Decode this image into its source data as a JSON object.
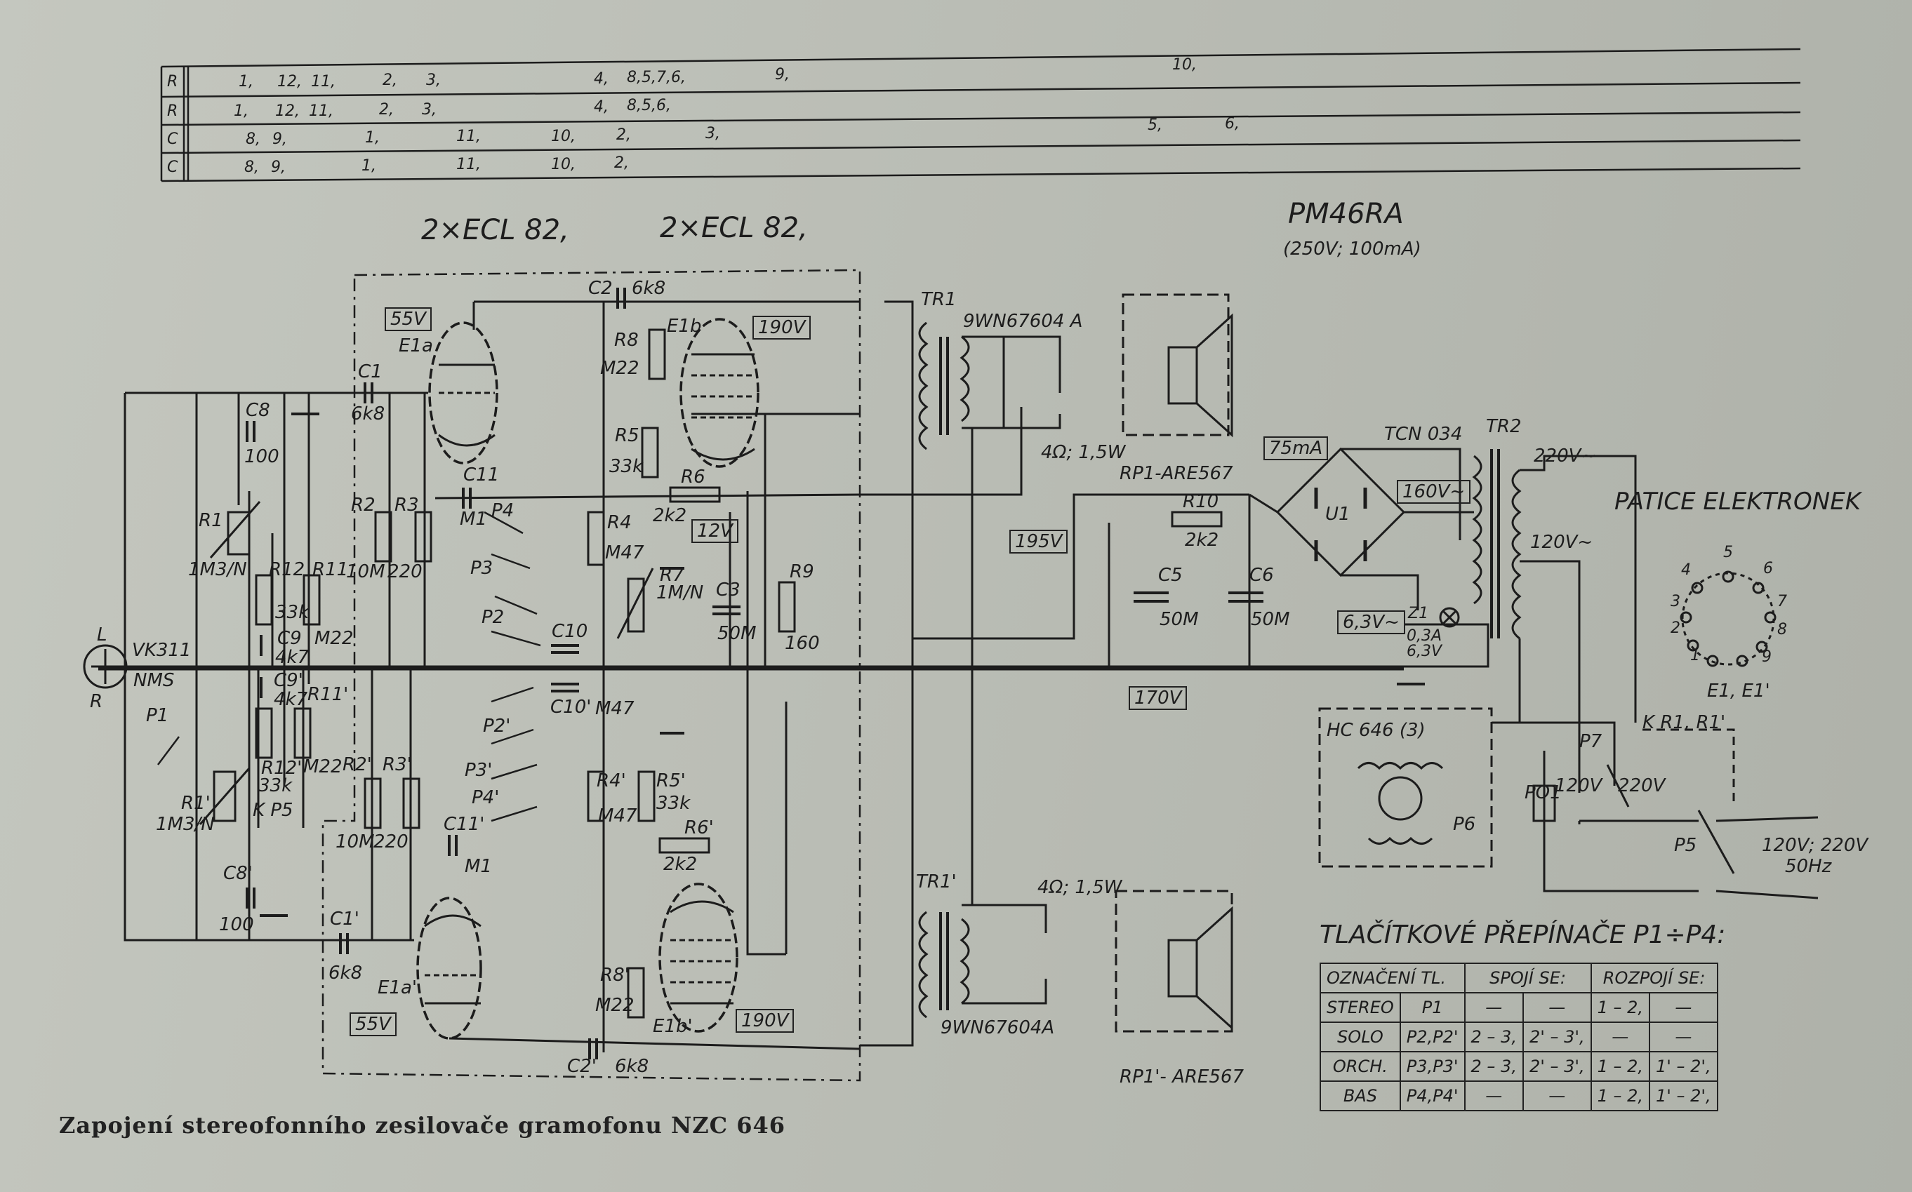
{
  "caption": "Zapojení stereofonního zesilovače gramofonu NZC 646",
  "tube_headers": {
    "left": "2×ECL 82,",
    "right": "2×ECL 82,"
  },
  "power": {
    "title": "PM46RA",
    "rating": "(250V; 100mA)"
  },
  "position_table": {
    "rows": [
      {
        "label": "R",
        "values": [
          "1,",
          "12,",
          "11,",
          "2,",
          "3,",
          "4,",
          "8,5,7,6,",
          "9,",
          "10,"
        ]
      },
      {
        "label": "R",
        "values": [
          "1,",
          "12,",
          "11,",
          "2,",
          "3,",
          "4,",
          "8,5,6,"
        ]
      },
      {
        "label": "C",
        "values": [
          "8,",
          "9,",
          "1,",
          "11,",
          "10,",
          "2,",
          "3,",
          "5,",
          "6,"
        ]
      },
      {
        "label": "C",
        "values": [
          "8,",
          "9,",
          "1,",
          "11,",
          "10,",
          "2,"
        ]
      }
    ]
  },
  "components": {
    "E1a": "E1a",
    "E1b": "E1b",
    "E1a_p": "E1a'",
    "E1b_p": "E1b'",
    "C1": "C1",
    "C1v": "6k8",
    "C2": "C2",
    "C2v": "6k8",
    "C1p": "C1'",
    "C1pv": "6k8",
    "C2p": "C2'",
    "C2pv": "6k8",
    "C8": "C8",
    "C8v": "100",
    "C8p": "C8'",
    "C8pv": "100",
    "C9": "C9",
    "C9v": "4k7",
    "C9p": "C9'",
    "C9pv": "4k7",
    "C11": "C11",
    "C11v": "M1",
    "C11p": "C11'",
    "C11pv": "M1",
    "C10": "C10",
    "C10p": "C10'",
    "C3": "C3",
    "C3v": "50M",
    "C5": "C5",
    "C5v": "50M",
    "C6": "C6",
    "C6v": "50M",
    "R1": "R1",
    "R1v": "1M3/N",
    "R1p": "R1'",
    "R1pv": "1M3/N",
    "R2": "R2",
    "R2v": "10M",
    "R3": "R3",
    "R3v": "220",
    "R2p": "R2'",
    "R2pv": "10M",
    "R3p": "R3'",
    "R3pv": "220",
    "R4": "R4",
    "R4v": "M47",
    "R4p": "R4'",
    "R4pv": "M47",
    "R5": "R5",
    "R5v": "33k",
    "R5p": "R5'",
    "R5pv": "33k",
    "R6": "R6",
    "R6v": "2k2",
    "R6p": "R6'",
    "R6pv": "2k2",
    "R7": "R7",
    "R7v": "1M/N",
    "R8": "R8",
    "R8v": "M22",
    "R8p": "R8'",
    "R8pv": "M22",
    "R9": "R9",
    "R9v": "160",
    "R10": "R10",
    "R10v": "2k2",
    "R11": "R11",
    "R11v": "M22",
    "R11p": "R11'",
    "R11pv": "M22",
    "R12": "R12",
    "R12v": "33k",
    "R12p": "R12'",
    "R12pv": "33k",
    "M47": "M47",
    "P1": "P1",
    "P2": "P2",
    "P3": "P3",
    "P4": "P4",
    "P2p": "P2'",
    "P3p": "P3'",
    "P4p": "P4'",
    "P5": "P5",
    "P6": "P6",
    "P7": "P7",
    "TR1": "TR1",
    "TR1p": "TR1'",
    "TR2": "TR2",
    "U1": "U1",
    "Z1": "Z1",
    "Z1v": "0,3A 6,3V",
    "TR1_part": "9WN67604 A",
    "TR1p_part": "9WN67604A",
    "spk": "4Ω; 1,5W",
    "spkp": "4Ω; 1,5W",
    "RP1": "RP1-ARE567",
    "RP1p": "RP1'- ARE567",
    "TCN": "TCN 034",
    "HC": "HC 646 (3)",
    "PO1": "PO1",
    "L": "L",
    "R": "R",
    "VK": "VK311",
    "NMS": "NMS",
    "K_P5": "K P5",
    "K_R1": "K R1, R1'"
  },
  "voltages": {
    "v55": "55V",
    "v190": "190V",
    "v12": "12V",
    "v195": "195V",
    "v170": "170V",
    "v75mA": "75mA",
    "v160": "160V~",
    "v63": "6,3V~",
    "v55p": "55V",
    "v190p": "190V",
    "v220": "220V~",
    "v120": "120V~",
    "sel120": "120V",
    "sel220": "220V",
    "mains": "120V; 220V",
    "hz": "50Hz"
  },
  "socket": {
    "title": "PATICE ELEKTRONEK",
    "label": "E1, E1'",
    "pins": [
      "1",
      "2",
      "3",
      "4",
      "5",
      "6",
      "7",
      "8",
      "9"
    ]
  },
  "switch_table": {
    "title": "TLAČÍTKOVÉ PŘEPÍNAČE P1÷P4:",
    "headers": [
      "OZNAČENÍ",
      "TL.",
      "SPOJÍ SE:",
      "ROZPOJÍ SE:"
    ],
    "rows": [
      [
        "STEREO",
        "P1",
        "—",
        "—",
        "1 – 2,",
        "—"
      ],
      [
        "SOLO",
        "P2,P2'",
        "2 – 3,",
        "2' – 3',",
        "—",
        "—"
      ],
      [
        "ORCH.",
        "P3,P3'",
        "2 – 3,",
        "2' – 3',",
        "1 – 2,",
        "1' – 2',"
      ],
      [
        "BAS",
        "P4,P4'",
        "—",
        "—",
        "1 – 2,",
        "1' – 2',"
      ]
    ]
  }
}
